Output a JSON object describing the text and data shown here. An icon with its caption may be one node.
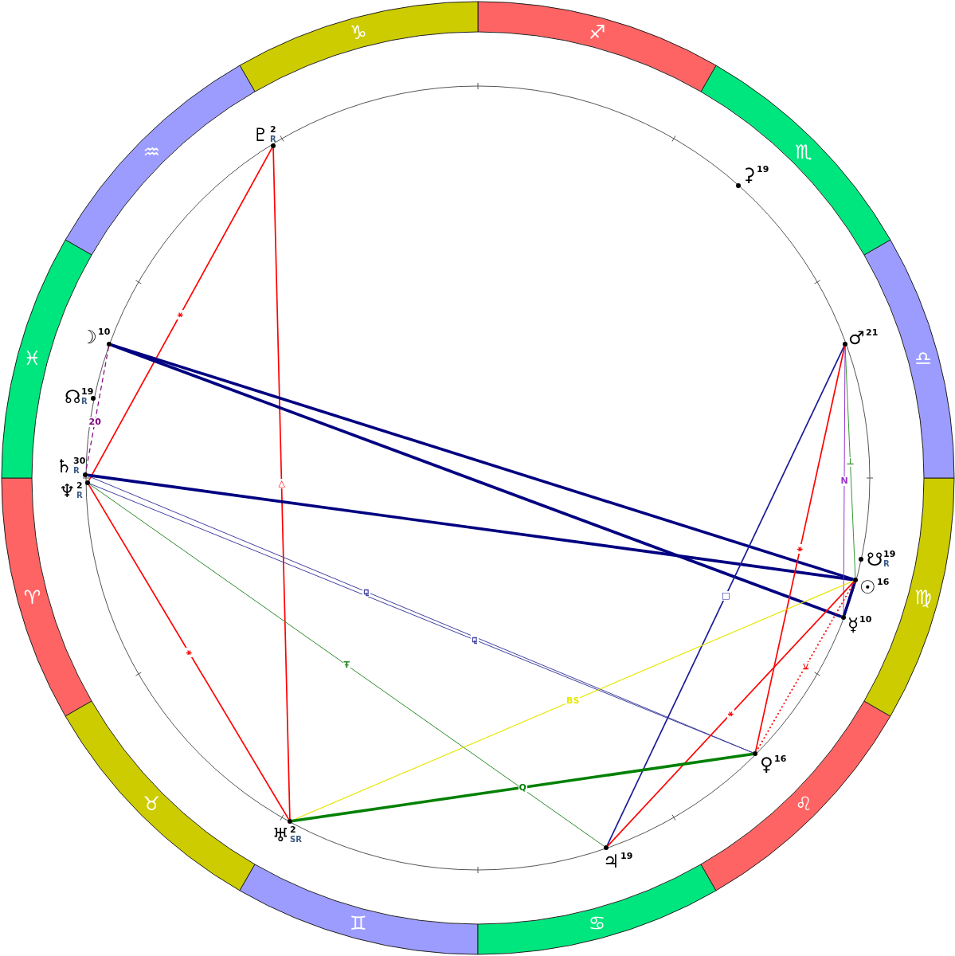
{
  "diagram": {
    "nodes": [
      {
        "text": [
          "♈"
        ]
      },
      {
        "text": [
          "♉"
        ]
      },
      {
        "text": [
          "♊"
        ]
      },
      {
        "text": [
          "♋"
        ]
      },
      {
        "text": [
          "♌"
        ]
      },
      {
        "text": [
          "♍"
        ]
      },
      {
        "text": [
          "♎"
        ]
      },
      {
        "text": [
          "♏"
        ]
      },
      {
        "text": [
          "♐"
        ]
      },
      {
        "text": [
          "♑"
        ]
      },
      {
        "text": [
          "♒"
        ]
      },
      {
        "text": [
          "♓"
        ]
      },
      {
        "text": [
          "♇",
          "2",
          "R"
        ]
      },
      {
        "text": [
          "⚳",
          "19"
        ]
      },
      {
        "text": [
          "☽",
          "10"
        ]
      },
      {
        "text": [
          "♂",
          "21"
        ]
      },
      {
        "text": [
          "☊",
          "19",
          "R"
        ]
      },
      {
        "text": [
          "♄",
          "30",
          "R"
        ]
      },
      {
        "text": [
          "♆",
          "2",
          "R"
        ]
      },
      {
        "text": [
          "☋",
          "19",
          "R"
        ]
      },
      {
        "text": [
          "☉",
          "16"
        ]
      },
      {
        "text": [
          "☿",
          "10"
        ]
      },
      {
        "text": [
          "♀",
          "16"
        ]
      },
      {
        "text": [
          "♅",
          "2",
          "SR"
        ]
      },
      {
        "text": [
          "♃",
          "19"
        ]
      }
    ],
    "edges": [
      {
        "from": 12,
        "to": 18,
        "arrow": "none",
        "label": "⚹",
        "color": "#ff0000"
      },
      {
        "from": 12,
        "to": 23,
        "arrow": "none",
        "label": "△",
        "color": "#ff0000"
      },
      {
        "from": 14,
        "to": 20,
        "arrow": "none",
        "style": "thick",
        "color": "#000080"
      },
      {
        "from": 14,
        "to": 21,
        "arrow": "none",
        "style": "thick",
        "color": "#000080"
      },
      {
        "from": 14,
        "to": 17,
        "arrow": "none",
        "label": "20",
        "style": "dashed",
        "color": "#800080"
      },
      {
        "from": 17,
        "to": 20,
        "arrow": "none",
        "style": "thick",
        "color": "#000080"
      },
      {
        "from": 17,
        "to": 22,
        "arrow": "none",
        "label": "⚼",
        "color": "#4040a0"
      },
      {
        "from": 18,
        "to": 22,
        "arrow": "none",
        "label": "⚼",
        "color": "#4040a0"
      },
      {
        "from": 18,
        "to": 23,
        "arrow": "none",
        "label": "⚹",
        "color": "#ff0000"
      },
      {
        "from": 18,
        "to": 24,
        "arrow": "none",
        "label": "Ŧ",
        "color": "#2e8b2e"
      },
      {
        "from": 15,
        "to": 20,
        "arrow": "none",
        "label": "⊥",
        "color": "#339933"
      },
      {
        "from": 15,
        "to": 21,
        "arrow": "none",
        "label": "N",
        "color": "#9933cc"
      },
      {
        "from": 15,
        "to": 24,
        "arrow": "none",
        "label": "□",
        "color": "#1a1a99"
      },
      {
        "from": 15,
        "to": 22,
        "arrow": "none",
        "label": "⚹",
        "color": "#ff0000"
      },
      {
        "from": 20,
        "to": 21,
        "arrow": "none",
        "style": "thick",
        "color": "#000080"
      },
      {
        "from": 20,
        "to": 24,
        "arrow": "none",
        "label": "⚹",
        "color": "#ff0000"
      },
      {
        "from": 20,
        "to": 22,
        "arrow": "none",
        "label": "⚺",
        "style": "dashed",
        "color": "#ff0000"
      },
      {
        "from": 20,
        "to": 23,
        "arrow": "none",
        "label": "BS",
        "color": "#e6e600"
      },
      {
        "from": 23,
        "to": 22,
        "arrow": "none",
        "label": "Q",
        "style": "thick",
        "color": "#008000"
      }
    ]
  }
}
